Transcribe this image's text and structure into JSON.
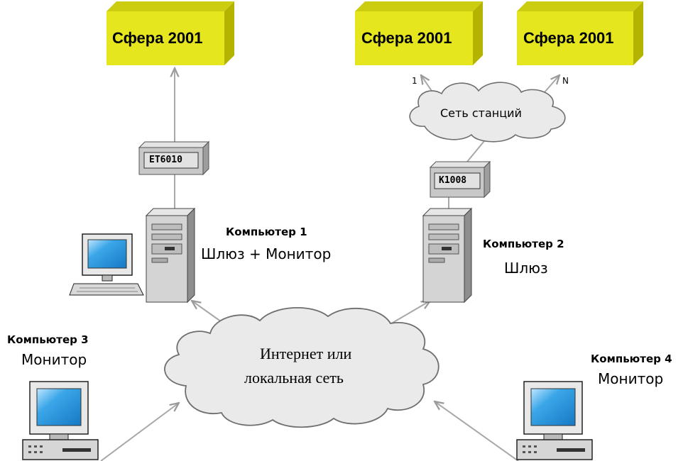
{
  "colors": {
    "box_front": "#e6e61e",
    "box_top": "#cccc10",
    "box_side": "#b3b300",
    "cloud_fill": "#eaeaea",
    "cloud_stroke": "#6e6e6e",
    "line": "#a8a8a8",
    "screen": "#1f9adf"
  },
  "sfera_boxes": [
    {
      "label": "Сфера 2001"
    },
    {
      "label": "Сфера 2001"
    },
    {
      "label": "Сфера 2001"
    }
  ],
  "devices": {
    "et6010": "ET6010",
    "k1008": "K1008"
  },
  "clouds": {
    "stations": "Сеть станций",
    "internet_line1": "Интернет или",
    "internet_line2": "локальная сеть"
  },
  "port_labels": {
    "first": "1",
    "last": "N"
  },
  "computers": {
    "c1_name": "Компьютер 1",
    "c1_role": "Шлюз + Монитор",
    "c2_name": "Компьютер 2",
    "c2_role": "Шлюз",
    "c3_name": "Компьютер 3",
    "c3_role": "Монитор",
    "c4_name": "Компьютер 4",
    "c4_role": "Монитор"
  }
}
